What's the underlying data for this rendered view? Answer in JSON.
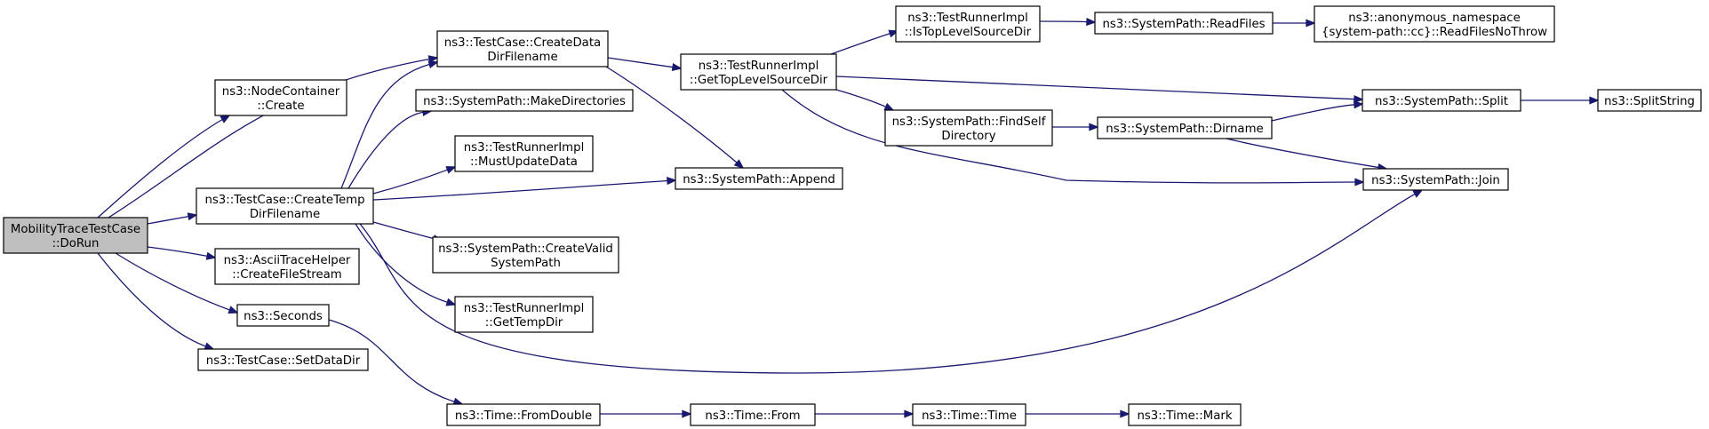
{
  "colors": {
    "edge": "#191970",
    "root_fill": "#bfbfbf",
    "node_fill": "#ffffff",
    "node_stroke": "#000000"
  },
  "nodes": {
    "n_root": {
      "lines": [
        "MobilityTraceTestCase",
        "::DoRun"
      ]
    },
    "n_nc": {
      "lines": [
        "ns3::NodeContainer",
        "::Create"
      ]
    },
    "n_cddf": {
      "lines": [
        "ns3::TestCase::CreateData",
        "DirFilename"
      ]
    },
    "n_ctdf": {
      "lines": [
        "ns3::TestCase::CreateTemp",
        "DirFilename"
      ]
    },
    "n_ascii": {
      "lines": [
        "ns3::AsciiTraceHelper",
        "::CreateFileStream"
      ]
    },
    "n_sec": {
      "lines": [
        "ns3::Seconds"
      ]
    },
    "n_sdd": {
      "lines": [
        "ns3::TestCase::SetDataDir"
      ]
    },
    "n_mkdir": {
      "lines": [
        "ns3::SystemPath::MakeDirectories"
      ]
    },
    "n_must": {
      "lines": [
        "ns3::TestRunnerImpl",
        "::MustUpdateData"
      ]
    },
    "n_cvsp": {
      "lines": [
        "ns3::SystemPath::CreateValid",
        "SystemPath"
      ]
    },
    "n_gtd": {
      "lines": [
        "ns3::TestRunnerImpl",
        "::GetTempDir"
      ]
    },
    "n_append": {
      "lines": [
        "ns3::SystemPath::Append"
      ]
    },
    "n_gtlsd": {
      "lines": [
        "ns3::TestRunnerImpl",
        "::GetTopLevelSourceDir"
      ]
    },
    "n_istl": {
      "lines": [
        "ns3::TestRunnerImpl",
        "::IsTopLevelSourceDir"
      ]
    },
    "n_fsd": {
      "lines": [
        "ns3::SystemPath::FindSelf",
        "Directory"
      ]
    },
    "n_read": {
      "lines": [
        "ns3::SystemPath::ReadFiles"
      ]
    },
    "n_rfnt": {
      "lines": [
        "ns3::anonymous_namespace",
        "{system-path::cc}::ReadFilesNoThrow"
      ]
    },
    "n_dirname": {
      "lines": [
        "ns3::SystemPath::Dirname"
      ]
    },
    "n_split": {
      "lines": [
        "ns3::SystemPath::Split"
      ]
    },
    "n_join": {
      "lines": [
        "ns3::SystemPath::Join"
      ]
    },
    "n_ss": {
      "lines": [
        "ns3::SplitString"
      ]
    },
    "n_fd": {
      "lines": [
        "ns3::Time::FromDouble"
      ]
    },
    "n_from": {
      "lines": [
        "ns3::Time::From"
      ]
    },
    "n_time": {
      "lines": [
        "ns3::Time::Time"
      ]
    },
    "n_mark": {
      "lines": [
        "ns3::Time::Mark"
      ]
    }
  },
  "edges": [
    [
      "n_root",
      "n_nc"
    ],
    [
      "n_root",
      "n_cddf"
    ],
    [
      "n_root",
      "n_ctdf"
    ],
    [
      "n_root",
      "n_ascii"
    ],
    [
      "n_root",
      "n_sec"
    ],
    [
      "n_root",
      "n_sdd"
    ],
    [
      "n_cddf",
      "n_gtlsd"
    ],
    [
      "n_cddf",
      "n_append"
    ],
    [
      "n_ctdf",
      "n_cddf"
    ],
    [
      "n_ctdf",
      "n_mkdir"
    ],
    [
      "n_ctdf",
      "n_must"
    ],
    [
      "n_ctdf",
      "n_append"
    ],
    [
      "n_ctdf",
      "n_cvsp"
    ],
    [
      "n_ctdf",
      "n_gtd"
    ],
    [
      "n_ctdf",
      "n_join"
    ],
    [
      "n_gtlsd",
      "n_istl"
    ],
    [
      "n_gtlsd",
      "n_split"
    ],
    [
      "n_gtlsd",
      "n_fsd"
    ],
    [
      "n_gtlsd",
      "n_join"
    ],
    [
      "n_istl",
      "n_read"
    ],
    [
      "n_read",
      "n_rfnt"
    ],
    [
      "n_fsd",
      "n_dirname"
    ],
    [
      "n_dirname",
      "n_split"
    ],
    [
      "n_dirname",
      "n_join"
    ],
    [
      "n_split",
      "n_ss"
    ],
    [
      "n_sec",
      "n_fd"
    ],
    [
      "n_fd",
      "n_from"
    ],
    [
      "n_from",
      "n_time"
    ],
    [
      "n_time",
      "n_mark"
    ]
  ]
}
